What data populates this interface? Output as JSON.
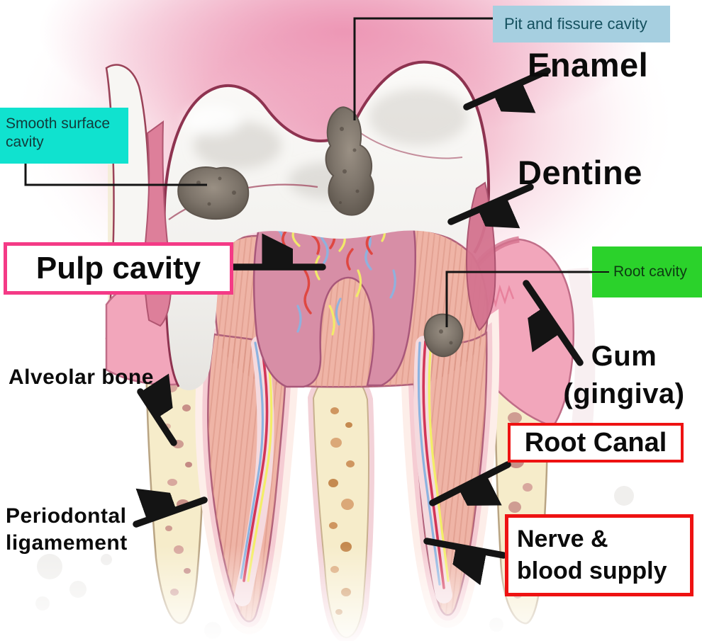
{
  "title": "Tooth cross-section diagram with cavity types and anatomy labels",
  "labels": {
    "pit_fissure": "Pit and fissure cavity",
    "enamel": "Enamel",
    "smooth_surface": "Smooth surface\ncavity",
    "dentine": "Dentine",
    "pulp_cavity": "Pulp cavity",
    "root_cavity": "Root cavity",
    "gum": "Gum\n(gingiva)",
    "alveolar_bone": "Alveolar bone",
    "root_canal": "Root Canal",
    "periodontal": "Periodontal\nligamement",
    "nerve_blood": "Nerve &\nblood supply"
  },
  "colors": {
    "pit_box_bg": "#a6cfe0",
    "pit_box_text": "#14505e",
    "smooth_box_bg": "#10e2cf",
    "smooth_box_text": "#123b3b",
    "root_box_bg": "#2bd22b",
    "root_box_text": "#0d3a12",
    "pulp_box_border": "#f43a86",
    "red_box_border": "#ee1212",
    "big_label_text": "#0b0b0b",
    "arrow_color": "#141414",
    "gum_pink": "#f2a6bb",
    "dentine_pink": "#efb4a6",
    "pulp_rose": "#d78ea6",
    "bone_cream": "#f6ecca",
    "enamel_white": "#f6f5f2",
    "crown_outline": "#8e3350",
    "cavity_grey": "#7d746a"
  }
}
